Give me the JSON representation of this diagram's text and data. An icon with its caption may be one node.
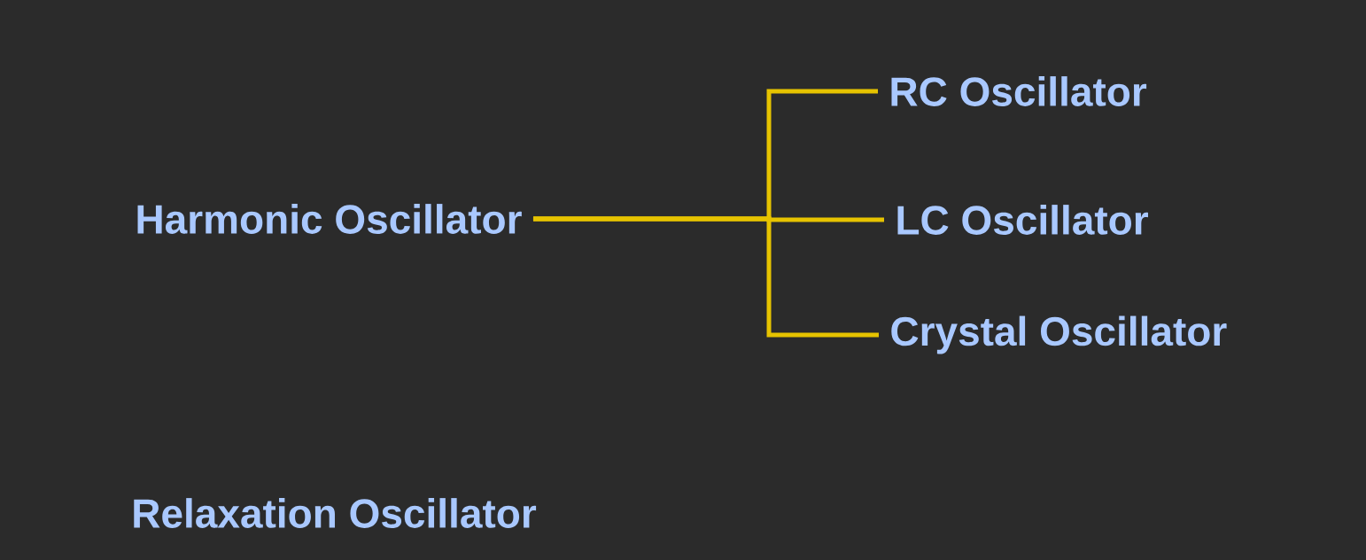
{
  "diagram": {
    "nodes": [
      {
        "text": [
          "Harmonic Oscillator"
        ]
      },
      {
        "text": [
          "RC Oscillator"
        ]
      },
      {
        "text": [
          "LC Oscillator"
        ]
      },
      {
        "text": [
          "Crystal Oscillator"
        ]
      },
      {
        "text": [
          "Relaxation Oscillator"
        ]
      }
    ],
    "edges": [
      {
        "from": 0,
        "to": 1,
        "arrow": "none"
      },
      {
        "from": 0,
        "to": 2,
        "arrow": "none"
      },
      {
        "from": 0,
        "to": 3,
        "arrow": "none"
      }
    ]
  }
}
